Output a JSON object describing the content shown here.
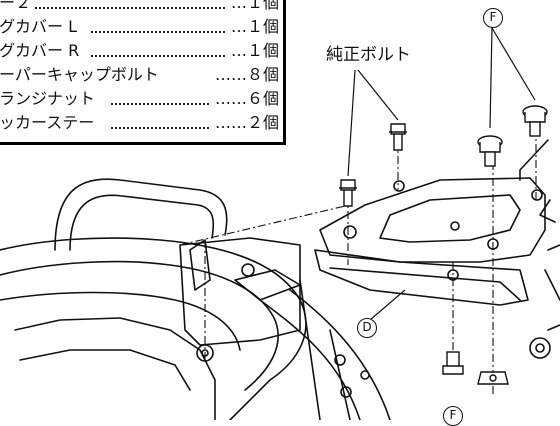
{
  "parts_list": {
    "items": [
      {
        "name": "ー２",
        "qty": "…１個"
      },
      {
        "name": "グカバー L",
        "qty": "…１個"
      },
      {
        "name": "グカバー R",
        "qty": "…１個"
      },
      {
        "name": "ーパーキャップボルト",
        "qty": "……８個"
      },
      {
        "name": "ランジナット",
        "qty": "……６個"
      },
      {
        "name": "ッカーステー",
        "qty": "……２個"
      }
    ]
  },
  "labels": {
    "genuine_bolt": "純正ボルト",
    "marker_f_top": "F",
    "marker_d": "D",
    "marker_f_bottom": "F"
  }
}
